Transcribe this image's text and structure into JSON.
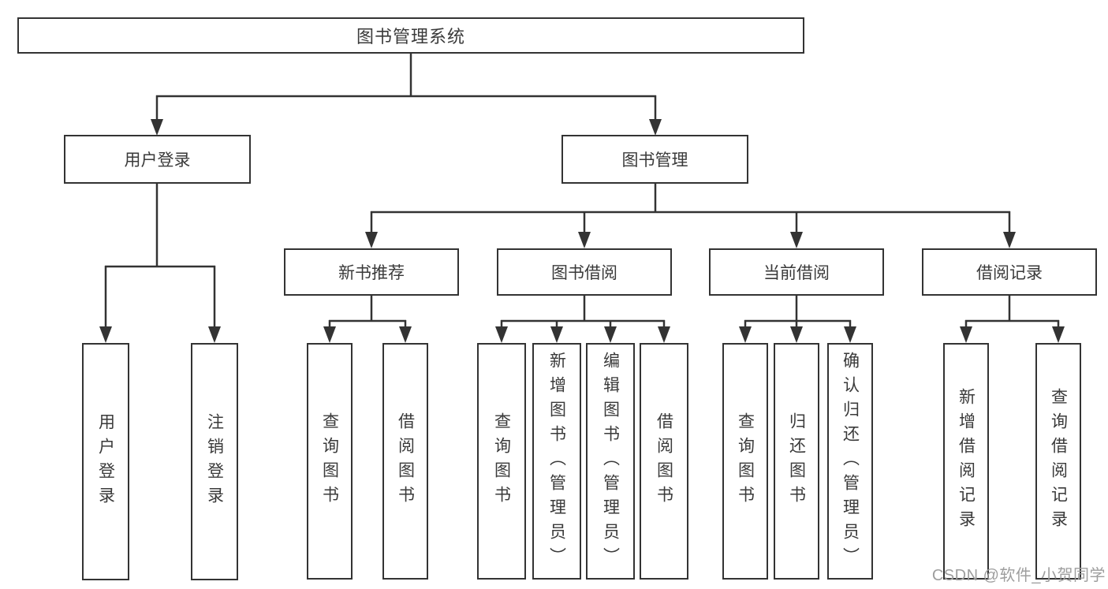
{
  "diagram": {
    "type": "tree",
    "title": "图书管理系统",
    "nodes": {
      "root": {
        "label": "图书管理系统"
      },
      "user_login": {
        "label": "用户登录"
      },
      "book_mgmt": {
        "label": "图书管理"
      },
      "new_book_rec": {
        "label": "新书推荐"
      },
      "book_borrow": {
        "label": "图书借阅"
      },
      "current_borrow": {
        "label": "当前借阅"
      },
      "borrow_records": {
        "label": "借阅记录"
      },
      "leaf_user_login": {
        "label": "用户登录"
      },
      "leaf_logout": {
        "label": "注销登录"
      },
      "leaf_query_book_1": {
        "label": "查询图书"
      },
      "leaf_borrow_book_1": {
        "label": "借阅图书"
      },
      "leaf_query_book_2": {
        "label": "查询图书"
      },
      "leaf_add_book": {
        "label": "新增图书（管理员）"
      },
      "leaf_edit_book": {
        "label": "编辑图书（管理员）"
      },
      "leaf_borrow_book_2": {
        "label": "借阅图书"
      },
      "leaf_query_book_3": {
        "label": "查询图书"
      },
      "leaf_return_book": {
        "label": "归还图书"
      },
      "leaf_confirm_return": {
        "label": "确认归还（管理员）"
      },
      "leaf_add_record": {
        "label": "新增借阅记录"
      },
      "leaf_query_record": {
        "label": "查询借阅记录"
      }
    },
    "edges": [
      [
        "root",
        "user_login"
      ],
      [
        "root",
        "book_mgmt"
      ],
      [
        "user_login",
        "leaf_user_login"
      ],
      [
        "user_login",
        "leaf_logout"
      ],
      [
        "book_mgmt",
        "new_book_rec"
      ],
      [
        "book_mgmt",
        "book_borrow"
      ],
      [
        "book_mgmt",
        "current_borrow"
      ],
      [
        "book_mgmt",
        "borrow_records"
      ],
      [
        "new_book_rec",
        "leaf_query_book_1"
      ],
      [
        "new_book_rec",
        "leaf_borrow_book_1"
      ],
      [
        "book_borrow",
        "leaf_query_book_2"
      ],
      [
        "book_borrow",
        "leaf_add_book"
      ],
      [
        "book_borrow",
        "leaf_edit_book"
      ],
      [
        "book_borrow",
        "leaf_borrow_book_2"
      ],
      [
        "current_borrow",
        "leaf_query_book_3"
      ],
      [
        "current_borrow",
        "leaf_return_book"
      ],
      [
        "current_borrow",
        "leaf_confirm_return"
      ],
      [
        "borrow_records",
        "leaf_add_record"
      ],
      [
        "borrow_records",
        "leaf_query_record"
      ]
    ]
  },
  "watermark": {
    "text": "CSDN @软件_小贺同学"
  },
  "colors": {
    "line": "#333333",
    "text": "#3a3a3a",
    "background": "#ffffff",
    "watermark": "#9e9e9e"
  }
}
